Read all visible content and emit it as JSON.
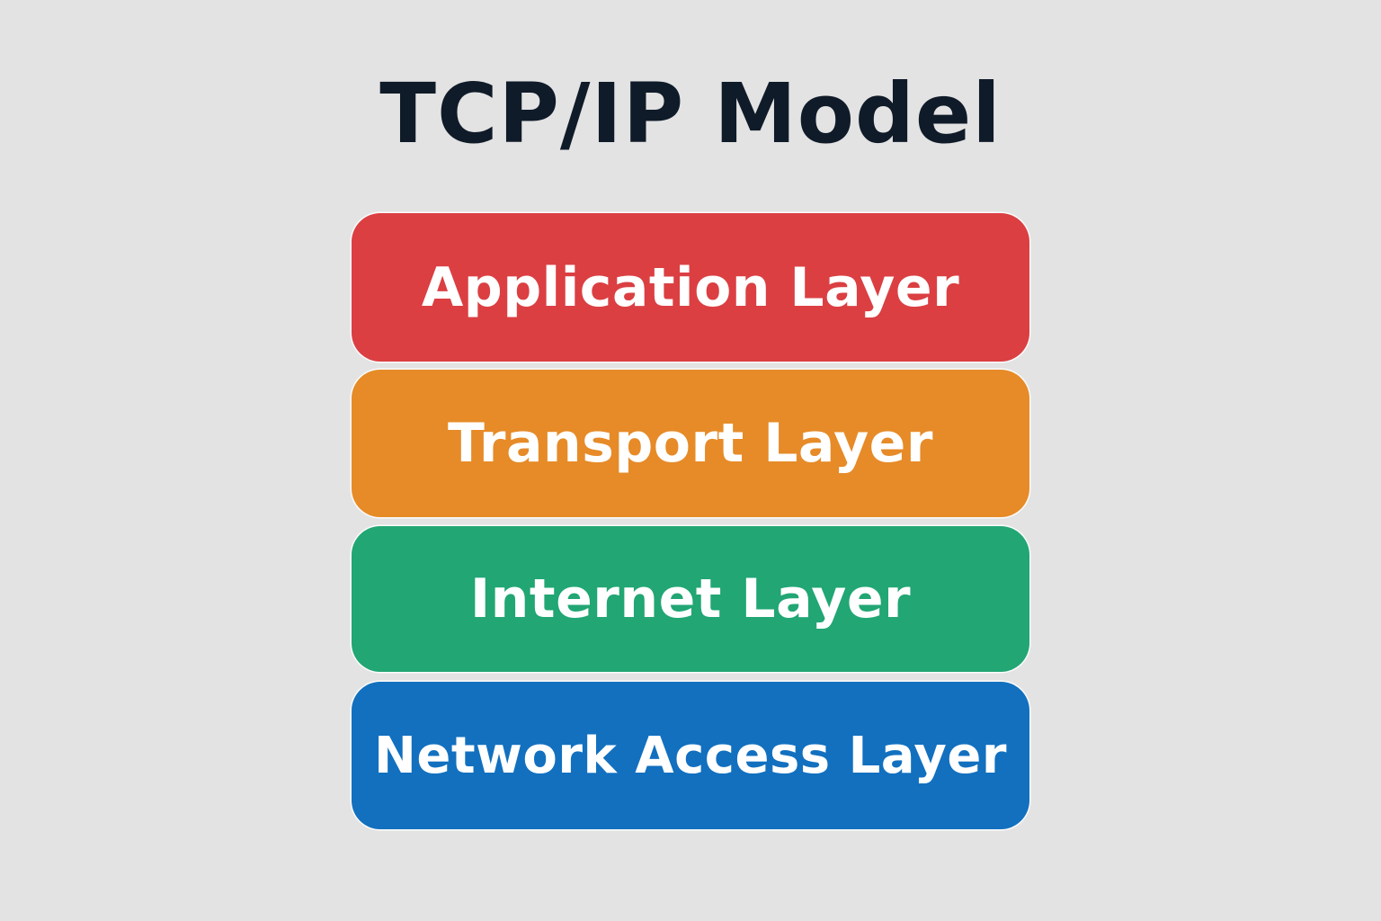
{
  "diagram": {
    "title": "TCP/IP Model",
    "layers": [
      {
        "label": "Application Layer",
        "color": "#db3f42"
      },
      {
        "label": "Transport Layer",
        "color": "#e68b28"
      },
      {
        "label": "Internet Layer",
        "color": "#21a674"
      },
      {
        "label": "Network Access Layer",
        "color": "#1270bf"
      }
    ],
    "background": "#e3e3e3",
    "title_color": "#101b29",
    "text_color": "#ffffff"
  }
}
